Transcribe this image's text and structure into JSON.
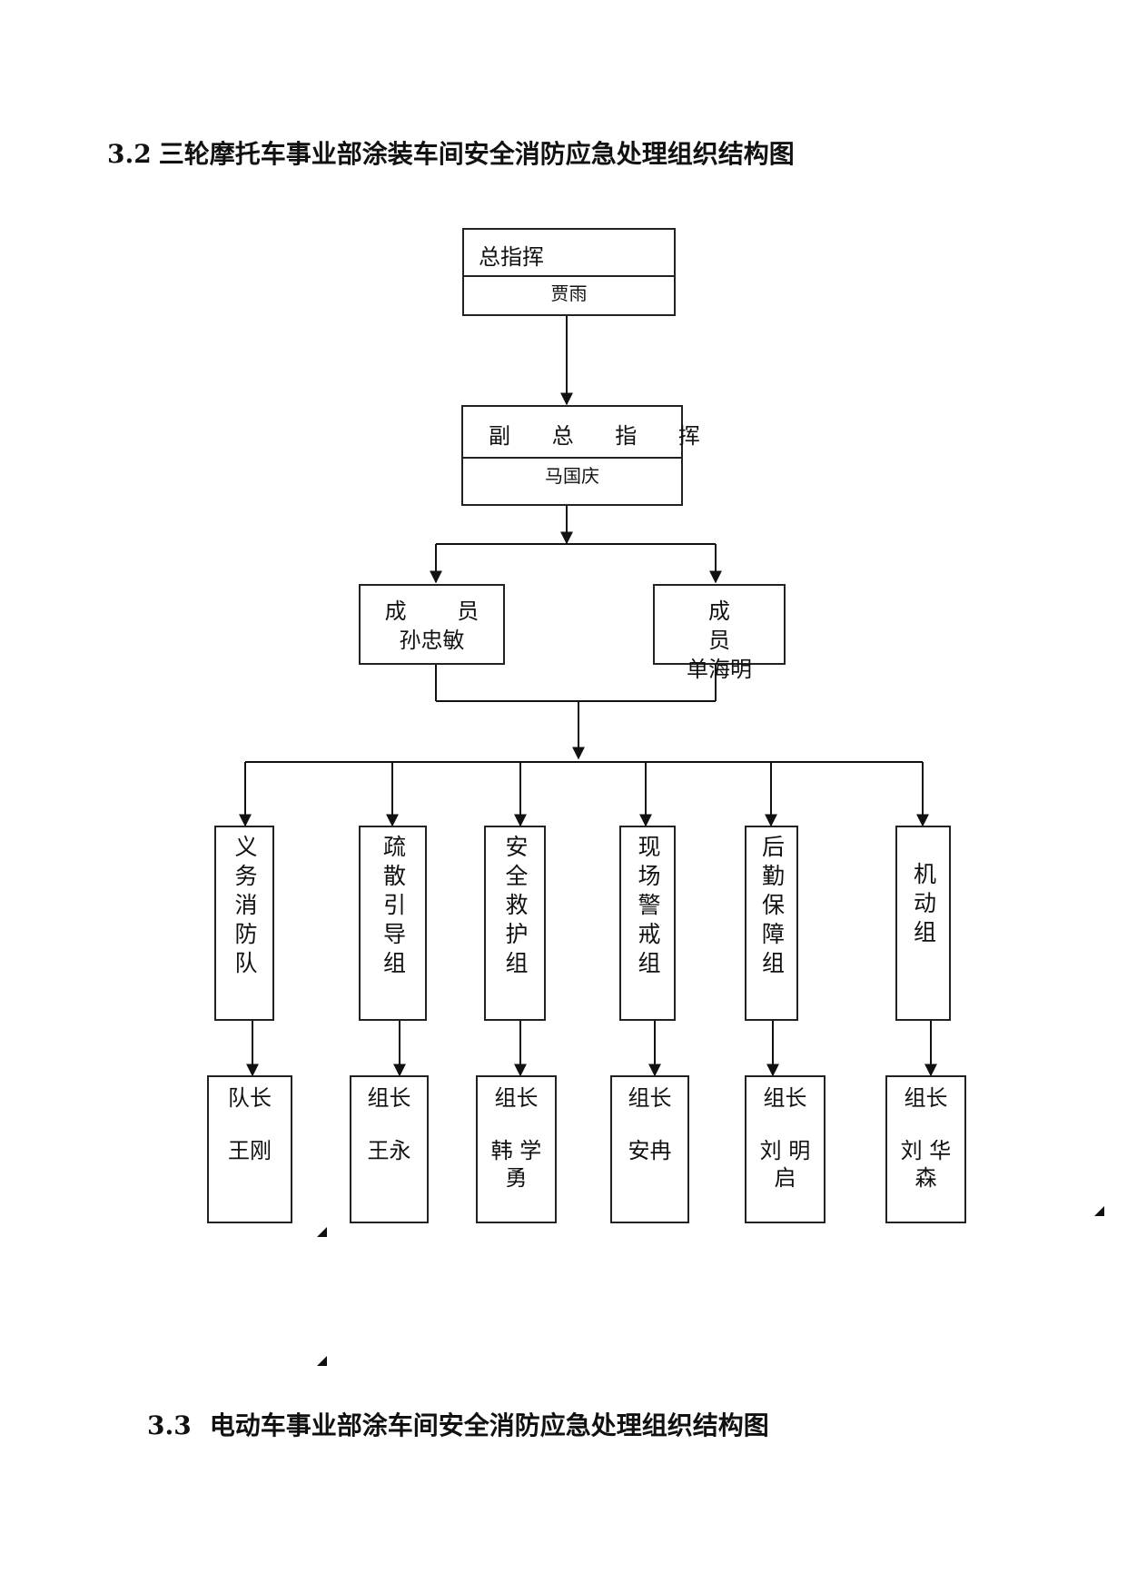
{
  "heading_top": {
    "number": "3.2",
    "text": "三轮摩托车事业部涂装车间安全消防应急处理组织结构图"
  },
  "commander": {
    "title": "总指挥",
    "name": "贾雨"
  },
  "deputy": {
    "title": "副 总 指 挥",
    "name": "马国庆"
  },
  "members": [
    {
      "role": "成 员",
      "name": "孙忠敏"
    },
    {
      "role": "成 员",
      "name": "单海明"
    }
  ],
  "groups": [
    {
      "name": "义务消防队",
      "leader_label": "队长",
      "leader_name": "王刚"
    },
    {
      "name": "疏散引导组",
      "leader_label": "组长",
      "leader_name": "王永"
    },
    {
      "name": "安全救护组",
      "leader_label": "组长",
      "leader_name": "韩 学 勇"
    },
    {
      "name": "现场警戒组",
      "leader_label": "组长",
      "leader_name": "安冉"
    },
    {
      "name": "后勤保障组",
      "leader_label": "组长",
      "leader_name": "刘 明 启"
    },
    {
      "name": "机动组",
      "leader_label": "组长",
      "leader_name": "刘 华 森"
    }
  ],
  "heading_bottom": {
    "number": "3.3",
    "text": "电动车事业部涂车间安全消防应急处理组织结构图"
  }
}
